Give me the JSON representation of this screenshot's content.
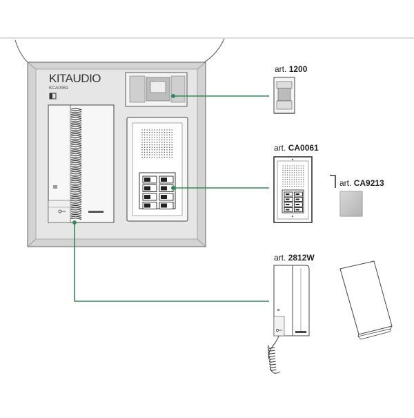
{
  "kit": {
    "title": "KITAUDIO",
    "code": "KCA0061"
  },
  "articles": [
    {
      "prefix": "art.",
      "code": "1200"
    },
    {
      "prefix": "art.",
      "code": "CA0061"
    },
    {
      "prefix": "art.",
      "code": "CA9213"
    },
    {
      "prefix": "art.",
      "code": "2812W"
    }
  ],
  "colors": {
    "connector": "#2e8b57",
    "box_border": "#7a7a7a",
    "box_fill": "#d9d9d9",
    "device_outline": "#222222"
  }
}
